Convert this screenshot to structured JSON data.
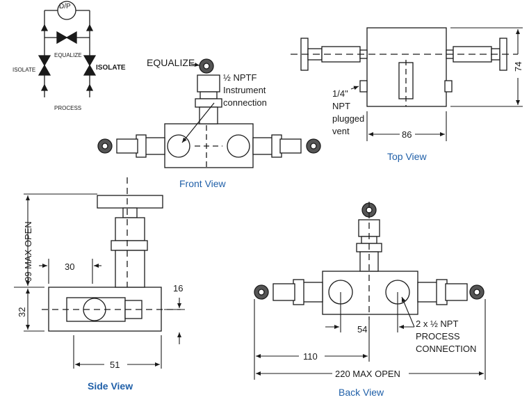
{
  "schematic": {
    "dp": "D/P",
    "equalize": "EQUALIZE",
    "isolate_left": "ISOLATE",
    "isolate_right": "ISOLATE",
    "process": "PROCESS"
  },
  "front_view": {
    "title": "Front  View",
    "equalize": "EQUALIZE",
    "conn_line1": "½ NPTF",
    "conn_line2": "Instrument",
    "conn_line3": "connection"
  },
  "top_view": {
    "title": "Top View",
    "dim_86": "86",
    "dim_74": "74",
    "vent_line1": "1/4\"",
    "vent_line2": "NPT",
    "vent_line3": "plugged",
    "vent_line4": "vent"
  },
  "side_view": {
    "title": "Side View",
    "dim_99": "99 MAX OPEN",
    "dim_30": "30",
    "dim_16": "16",
    "dim_32": "32",
    "dim_51": "51"
  },
  "back_view": {
    "title": "Back View",
    "dim_54": "54",
    "conn_line1": "2 x ½ NPT",
    "conn_line2": "PROCESS",
    "conn_line3": "CONNECTION",
    "dim_110": "110",
    "dim_220": "220 MAX OPEN"
  },
  "colors": {
    "title_blue": "#1f5fa8",
    "line": "#1a1a1a",
    "body_fill": "#ffffff",
    "knob_fill": "#555555"
  }
}
